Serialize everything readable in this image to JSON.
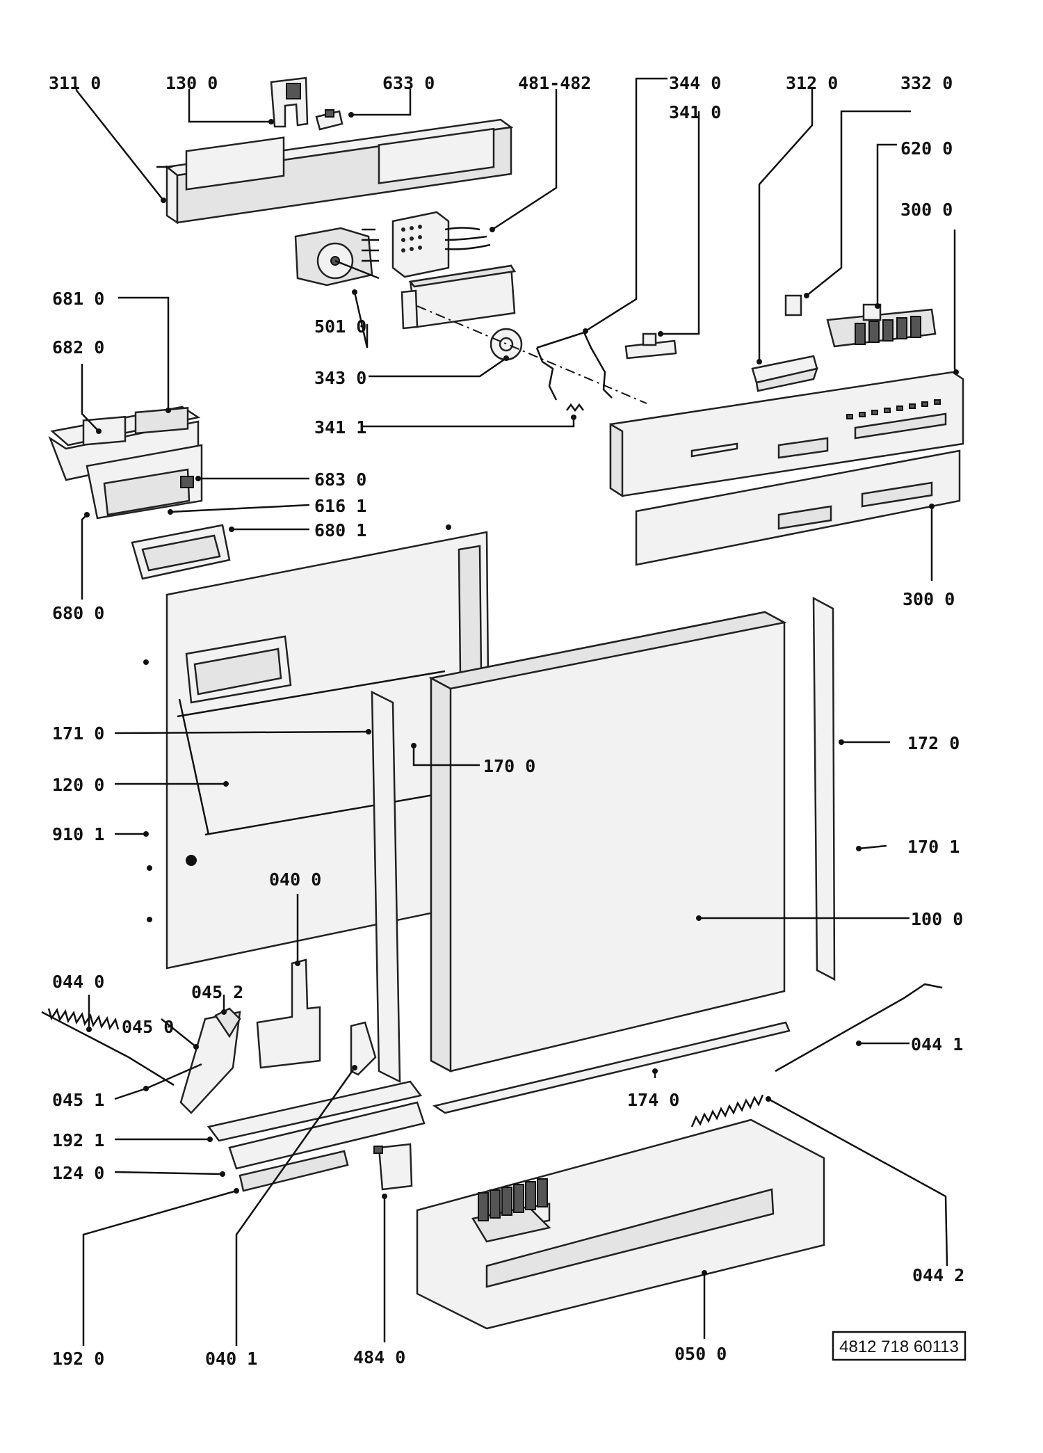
{
  "labels": {
    "l311_0": "311 0",
    "l130_0": "130 0",
    "l633_0": "633 0",
    "l481_482": "481-482",
    "l344_0": "344 0",
    "l312_0": "312 0",
    "l332_0": "332 0",
    "l341_0": "341 0",
    "l620_0": "620 0",
    "l300_0_top": "300 0",
    "l681_0": "681 0",
    "l682_0": "682 0",
    "l501_0": "501 0",
    "l343_0": "343 0",
    "l341_1": "341 1",
    "l683_0": "683 0",
    "l616_1": "616 1",
    "l680_1": "680 1",
    "l680_0": "680 0",
    "l300_0_bottom": "300 0",
    "l171_0": "171 0",
    "l170_0": "170 0",
    "l172_0": "172 0",
    "l120_0": "120 0",
    "l910_1": "910 1",
    "l170_1": "170 1",
    "l040_0": "040 0",
    "l100_0": "100 0",
    "l044_0": "044 0",
    "l045_2": "045 2",
    "l045_0": "045 0",
    "l044_1": "044 1",
    "l045_1": "045 1",
    "l174_0": "174 0",
    "l192_1": "192 1",
    "l124_0": "124 0",
    "l044_2": "044 2",
    "l192_0": "192 0",
    "l040_1": "040 1",
    "l484_0": "484 0",
    "l050_0": "050 0"
  },
  "reference_number": "4812 718 60113"
}
